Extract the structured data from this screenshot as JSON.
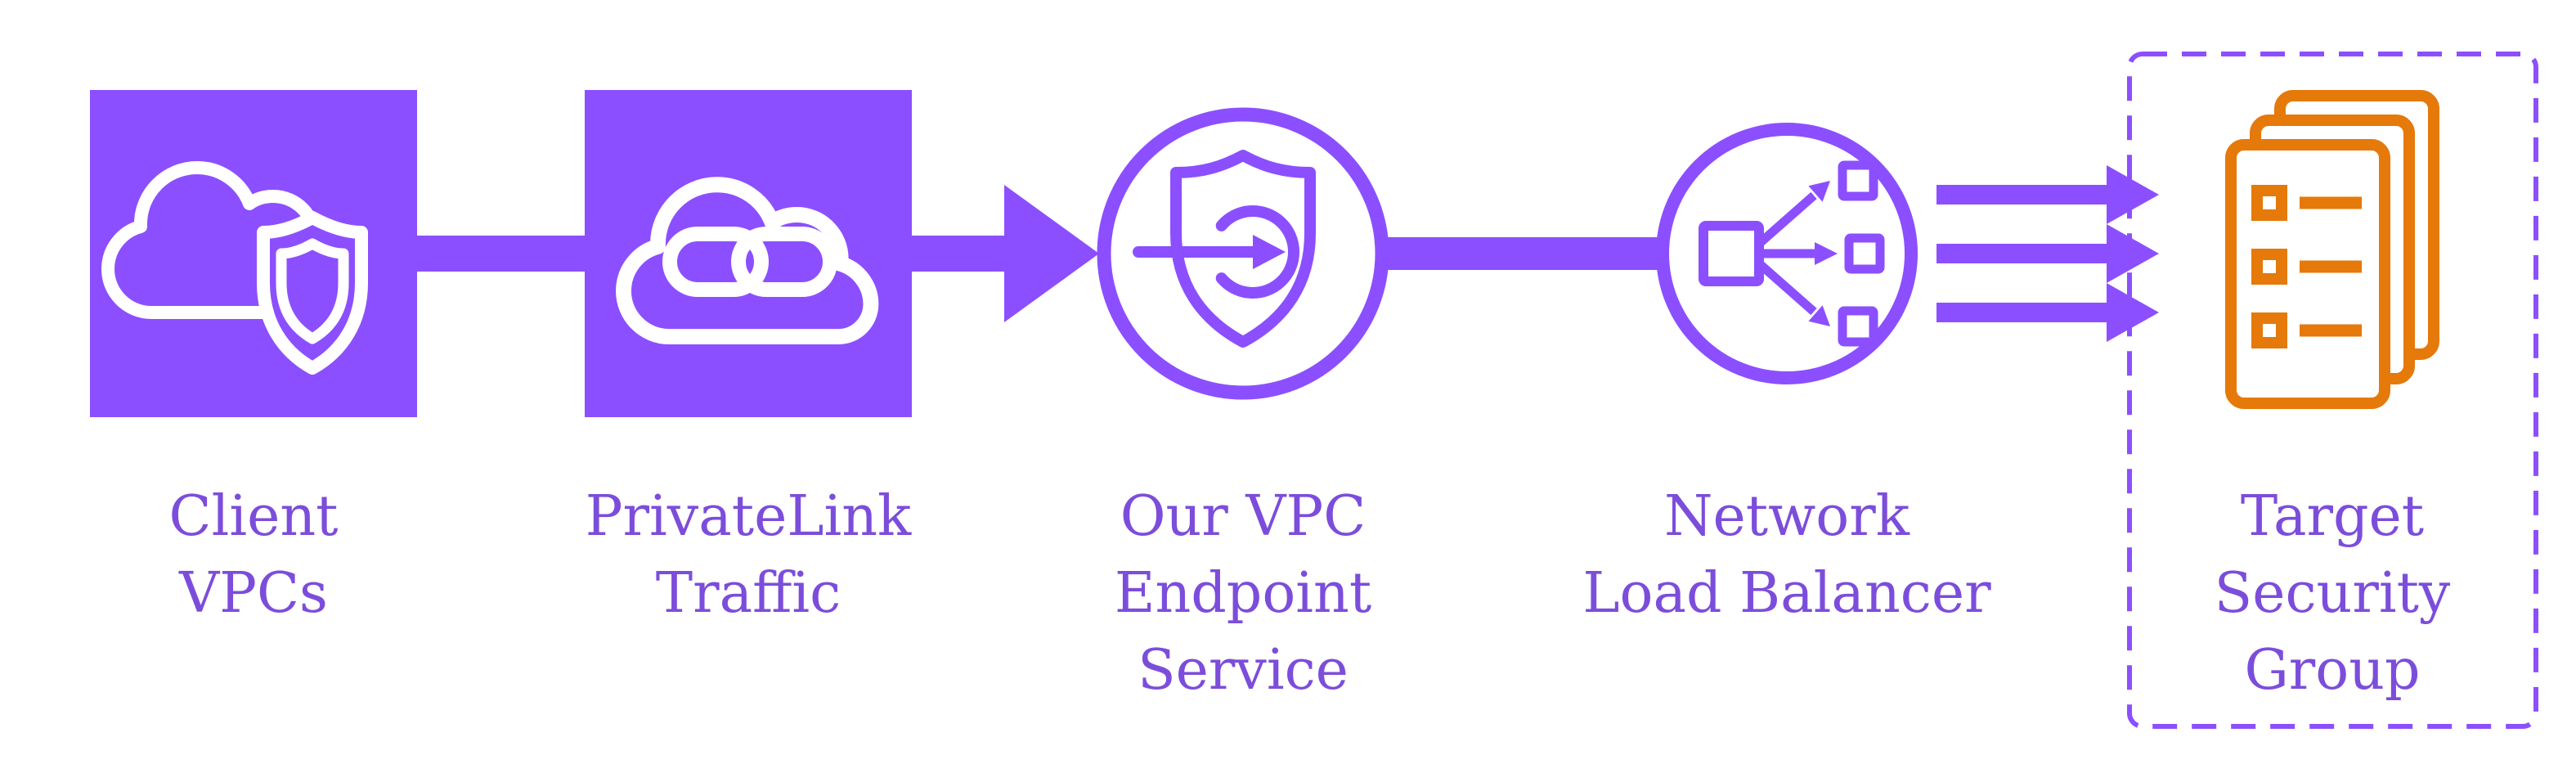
{
  "colors": {
    "purple": "#8C4FFF",
    "label_purple": "#7C4DDB",
    "orange": "#E5790A",
    "background": "#FFFFFF"
  },
  "nodes": {
    "client_vpcs": {
      "label": "Client\nVPCs",
      "icon": "cloud-shield-icon",
      "shape": "filled-square"
    },
    "privatelink_traffic": {
      "label": "PrivateLink\nTraffic",
      "icon": "cloud-link-icon",
      "shape": "filled-square"
    },
    "vpc_endpoint_service": {
      "label": "Our VPC\nEndpoint\nService",
      "icon": "shield-arrow-endpoint-icon",
      "shape": "outlined-circle"
    },
    "network_load_balancer": {
      "label": "Network\nLoad Balancer",
      "icon": "load-balancer-fanout-icon",
      "shape": "outlined-circle"
    },
    "target_security_group": {
      "label": "Target\nSecurity\nGroup",
      "icon": "stacked-checklist-pages-icon",
      "shape": "dashed-box"
    }
  },
  "connectors": [
    {
      "from": "client_vpcs",
      "to": "privatelink_traffic",
      "style": "thick-bar"
    },
    {
      "from": "privatelink_traffic",
      "to": "vpc_endpoint_service",
      "style": "thick-arrow"
    },
    {
      "from": "vpc_endpoint_service",
      "to": "network_load_balancer",
      "style": "thick-bar"
    },
    {
      "from": "network_load_balancer",
      "to": "target_security_group",
      "style": "triple-arrow"
    }
  ]
}
